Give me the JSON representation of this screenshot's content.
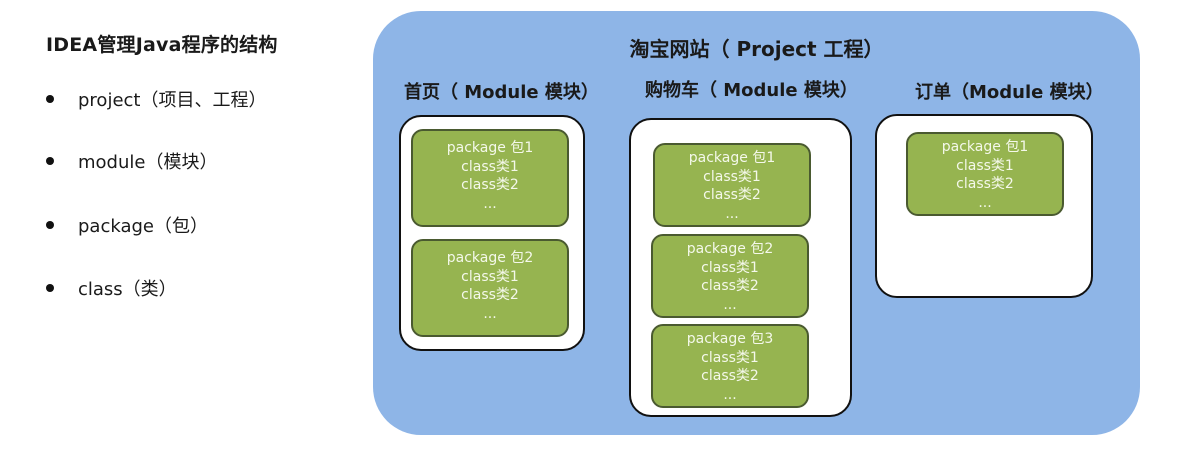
{
  "left": {
    "title": "IDEA管理Java程序的结构",
    "bullets": [
      "project（项目、工程）",
      "module（模块）",
      "package（包）",
      "class（类）"
    ]
  },
  "diagram": {
    "project_title": "淘宝网站（ Project 工程）",
    "modules": [
      {
        "label": "首页（ Module 模块）",
        "packages": [
          {
            "name": "package 包1",
            "class1": "class类1",
            "class2": "class类2",
            "more": "..."
          },
          {
            "name": "package 包2",
            "class1": "class类1",
            "class2": "class类2",
            "more": "..."
          }
        ]
      },
      {
        "label": "购物车（ Module 模块）",
        "packages": [
          {
            "name": "package 包1",
            "class1": "class类1",
            "class2": "class类2",
            "more": "..."
          },
          {
            "name": "package 包2",
            "class1": "class类1",
            "class2": "class类2",
            "more": "..."
          },
          {
            "name": "package 包3",
            "class1": "class类1",
            "class2": "class类2",
            "more": "..."
          }
        ]
      },
      {
        "label": "订单（Module 模块）",
        "packages": [
          {
            "name": "package 包1",
            "class1": "class类1",
            "class2": "class类2",
            "more": "..."
          }
        ]
      }
    ]
  },
  "colors": {
    "project_fill": "#8eb5e7",
    "package_fill": "#96b450",
    "package_border": "#4a5a30",
    "module_fill": "#ffffff"
  }
}
